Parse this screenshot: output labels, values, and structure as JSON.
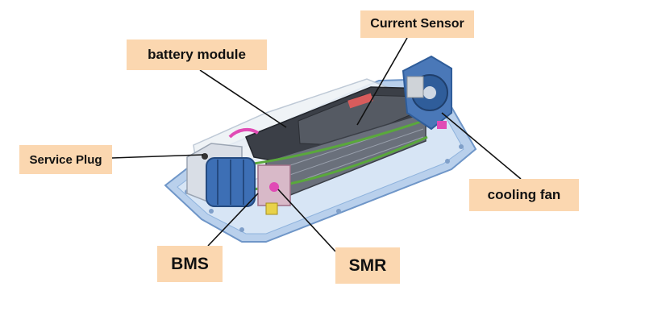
{
  "labels": {
    "current_sensor": "Current Sensor",
    "battery_module": "battery module",
    "service_plug": "Service Plug",
    "cooling_fan": "cooling fan",
    "bms": "BMS",
    "smr": "SMR"
  },
  "colors": {
    "label_bg": "#fbd7b0",
    "leader_line": "#111111",
    "frame_blue": "#8fb3dd",
    "module_gray": "#3b3f47",
    "fan_blue": "#2f5d9a",
    "bms_blue": "#3d6fb5",
    "harness_green": "#5aa83c",
    "accent_pink": "#e04bb5"
  }
}
